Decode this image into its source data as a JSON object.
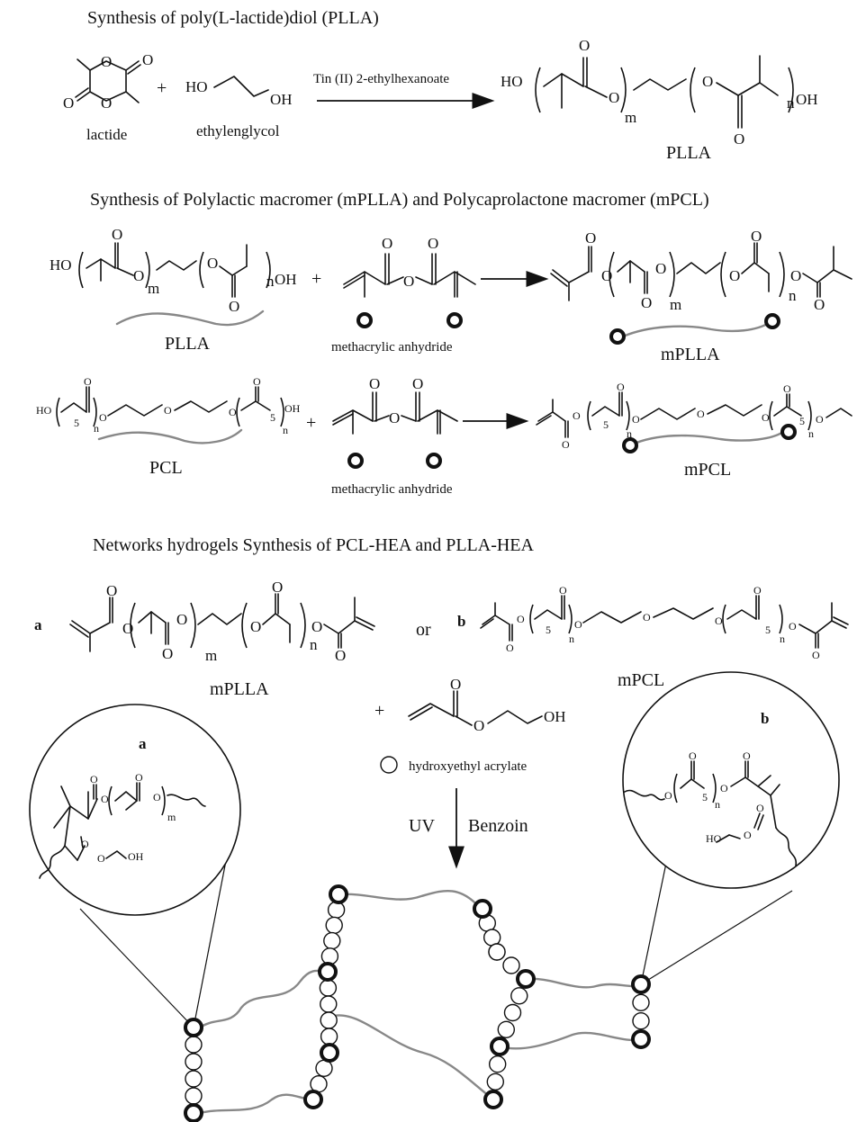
{
  "sections": {
    "s1_title": "Synthesis of poly(L-lactide)diol (PLLA)",
    "s2_title": "Synthesis of Polylactic macromer (mPLLA) and Polycaprolactone macromer (mPCL)",
    "s3_title": "Networks hydrogels Synthesis of PCL-HEA and PLLA-HEA"
  },
  "labels": {
    "lactide": "lactide",
    "ethylenglycol": "ethylenglycol",
    "catalyst": "Tin (II) 2-ethylhexanoate",
    "plla": "PLLA",
    "mplla": "mPLLA",
    "pcl": "PCL",
    "mpcl": "mPCL",
    "methacrylic_anhydride": "methacrylic anhydride",
    "hydroxyethyl_acrylate": "hydroxyethyl acrylate",
    "uv": "UV",
    "benzoin": "Benzoin",
    "or": "or",
    "a": "a",
    "b": "b",
    "plus": "+"
  },
  "atoms": {
    "O": "O",
    "OH": "OH",
    "HO": "HO",
    "m": "m",
    "n": "n",
    "five": "5"
  }
}
